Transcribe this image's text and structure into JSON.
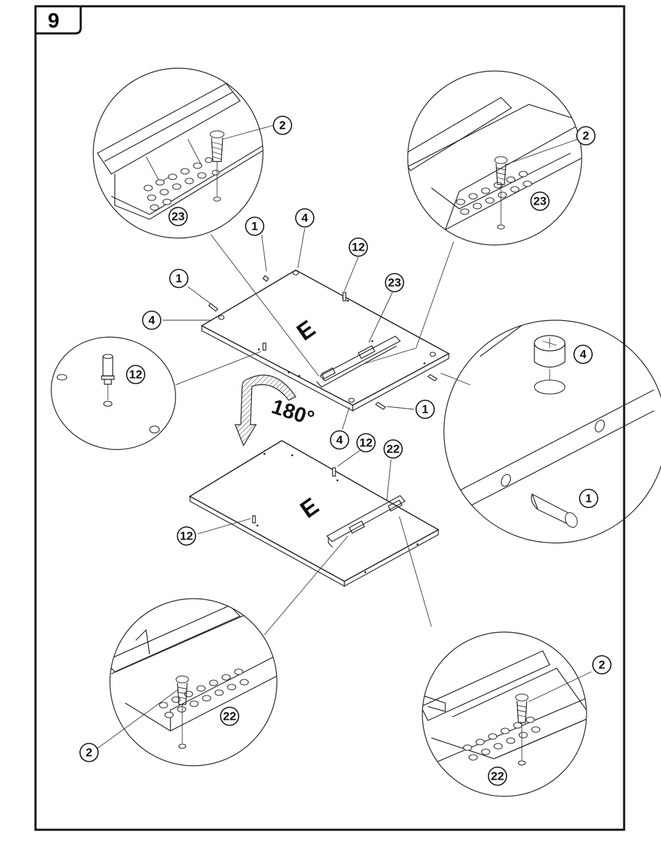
{
  "step": {
    "number": "9"
  },
  "rotation": {
    "label": "180°"
  },
  "panel_mark": "E",
  "callouts": {
    "c1": "2",
    "c2": "23",
    "c3": "2",
    "c4": "23",
    "c5": "1",
    "c6": "4",
    "c7": "12",
    "c8": "1",
    "c9": "23",
    "c10": "4",
    "c11": "12",
    "c12": "4",
    "c13": "1",
    "c14": "1",
    "c15": "4",
    "c16": "12",
    "c17": "22",
    "c18": "12",
    "c19": "22",
    "c20": "2",
    "c21": "2",
    "c22": "22"
  }
}
